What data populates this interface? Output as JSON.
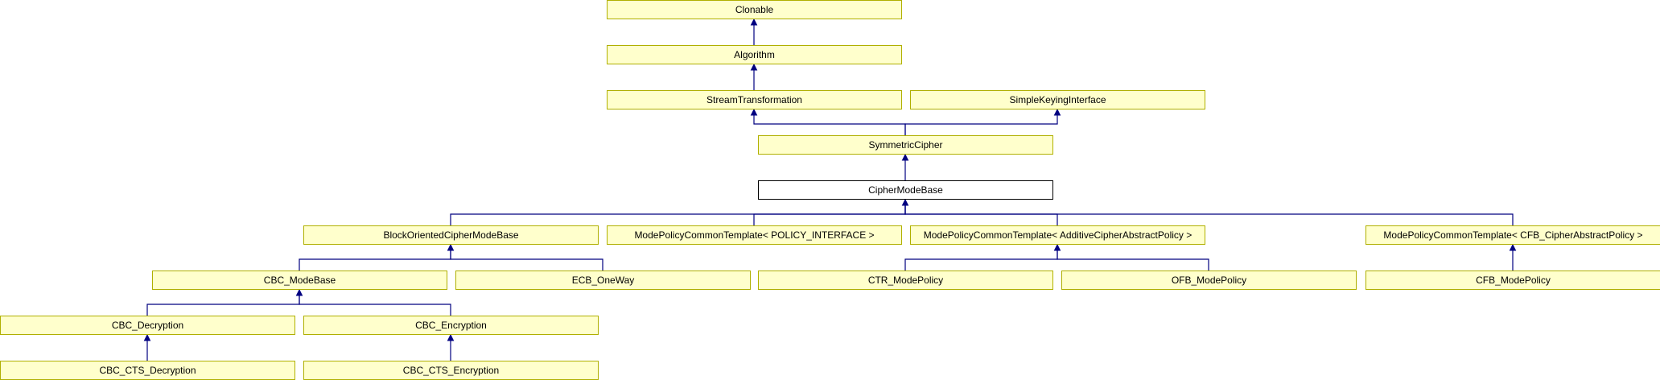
{
  "diagram": {
    "type": "class-inheritance-graph",
    "edge_color": "#000080",
    "node_fill": "#ffffcc",
    "node_border": "#b0b000",
    "current_node_fill": "#ffffff",
    "current_node_border": "#000000",
    "nodes": [
      {
        "id": "clonable",
        "label": "Clonable"
      },
      {
        "id": "algorithm",
        "label": "Algorithm"
      },
      {
        "id": "stream-transformation",
        "label": "StreamTransformation"
      },
      {
        "id": "simple-keying-interface",
        "label": "SimpleKeyingInterface"
      },
      {
        "id": "symmetric-cipher",
        "label": "SymmetricCipher"
      },
      {
        "id": "cipher-mode-base",
        "label": "CipherModeBase",
        "current": true
      },
      {
        "id": "block-oriented-cipher-mode-base",
        "label": "BlockOrientedCipherModeBase"
      },
      {
        "id": "mode-policy-policy-interface",
        "label": "ModePolicyCommonTemplate< POLICY_INTERFACE >"
      },
      {
        "id": "mode-policy-additive",
        "label": "ModePolicyCommonTemplate< AdditiveCipherAbstractPolicy >"
      },
      {
        "id": "mode-policy-cfb",
        "label": "ModePolicyCommonTemplate< CFB_CipherAbstractPolicy >"
      },
      {
        "id": "cbc-mode-base",
        "label": "CBC_ModeBase"
      },
      {
        "id": "ecb-oneway",
        "label": "ECB_OneWay"
      },
      {
        "id": "ctr-mode-policy",
        "label": "CTR_ModePolicy"
      },
      {
        "id": "ofb-mode-policy",
        "label": "OFB_ModePolicy"
      },
      {
        "id": "cfb-mode-policy",
        "label": "CFB_ModePolicy"
      },
      {
        "id": "cbc-decryption",
        "label": "CBC_Decryption"
      },
      {
        "id": "cbc-encryption",
        "label": "CBC_Encryption"
      },
      {
        "id": "cbc-cts-decryption",
        "label": "CBC_CTS_Decryption"
      },
      {
        "id": "cbc-cts-encryption",
        "label": "CBC_CTS_Encryption"
      }
    ],
    "edges": [
      {
        "child": "algorithm",
        "parent": "clonable"
      },
      {
        "child": "stream-transformation",
        "parent": "algorithm"
      },
      {
        "child": "symmetric-cipher",
        "parent": "stream-transformation"
      },
      {
        "child": "symmetric-cipher",
        "parent": "simple-keying-interface"
      },
      {
        "child": "cipher-mode-base",
        "parent": "symmetric-cipher"
      },
      {
        "child": "block-oriented-cipher-mode-base",
        "parent": "cipher-mode-base"
      },
      {
        "child": "mode-policy-policy-interface",
        "parent": "cipher-mode-base"
      },
      {
        "child": "mode-policy-additive",
        "parent": "cipher-mode-base"
      },
      {
        "child": "mode-policy-cfb",
        "parent": "cipher-mode-base"
      },
      {
        "child": "cbc-mode-base",
        "parent": "block-oriented-cipher-mode-base"
      },
      {
        "child": "ecb-oneway",
        "parent": "block-oriented-cipher-mode-base"
      },
      {
        "child": "ctr-mode-policy",
        "parent": "mode-policy-additive"
      },
      {
        "child": "ofb-mode-policy",
        "parent": "mode-policy-additive"
      },
      {
        "child": "cfb-mode-policy",
        "parent": "mode-policy-cfb"
      },
      {
        "child": "cbc-decryption",
        "parent": "cbc-mode-base"
      },
      {
        "child": "cbc-encryption",
        "parent": "cbc-mode-base"
      },
      {
        "child": "cbc-cts-decryption",
        "parent": "cbc-decryption"
      },
      {
        "child": "cbc-cts-encryption",
        "parent": "cbc-encryption"
      }
    ]
  }
}
